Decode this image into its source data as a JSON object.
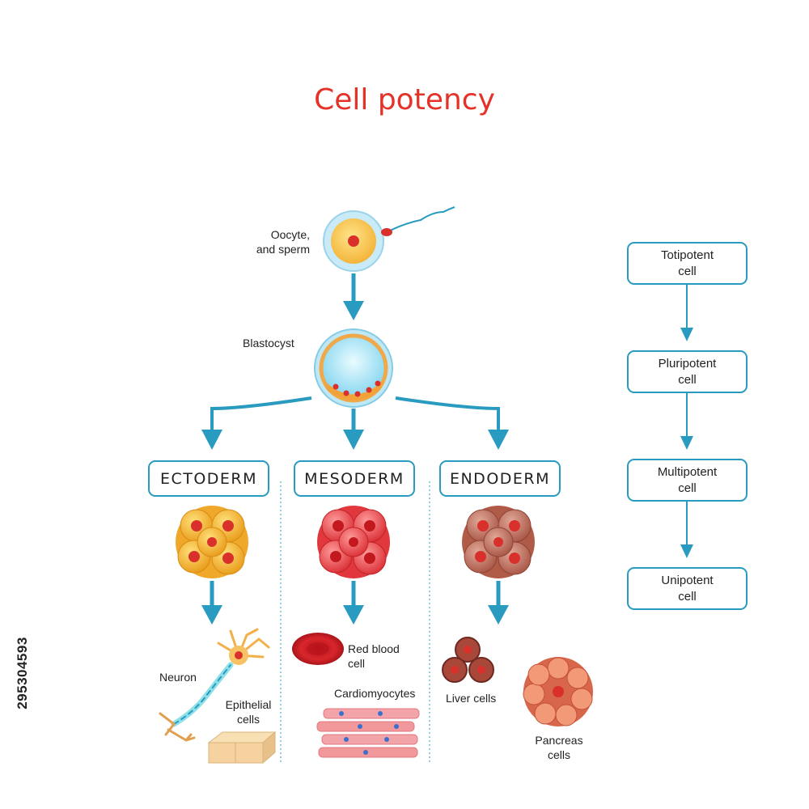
{
  "title": "Cell potency",
  "stock_id": "295304593",
  "colors": {
    "title": "#e53228",
    "arrow": "#2a9bc0",
    "box_border": "#2a9bc0",
    "ectoderm_cell": "#f5b52a",
    "mesoderm_cell": "#ea4a4a",
    "endoderm_cell": "#c06a58"
  },
  "labels": {
    "oocyte": "Oocyte,\nand sperm",
    "blastocyst": "Blastocyst",
    "neuron": "Neuron",
    "epithelial": "Epithelial\ncells",
    "red_blood": "Red blood\ncell",
    "cardiomyocytes": "Cardiomyocytes",
    "liver": "Liver cells",
    "pancreas": "Pancreas\ncells"
  },
  "germ_layers": [
    "ECTODERM",
    "MESODERM",
    "ENDODERM"
  ],
  "potency_levels": [
    "Totipotent\ncell",
    "Pluripotent\ncell",
    "Multipotent\ncell",
    "Unipotent\ncell"
  ]
}
